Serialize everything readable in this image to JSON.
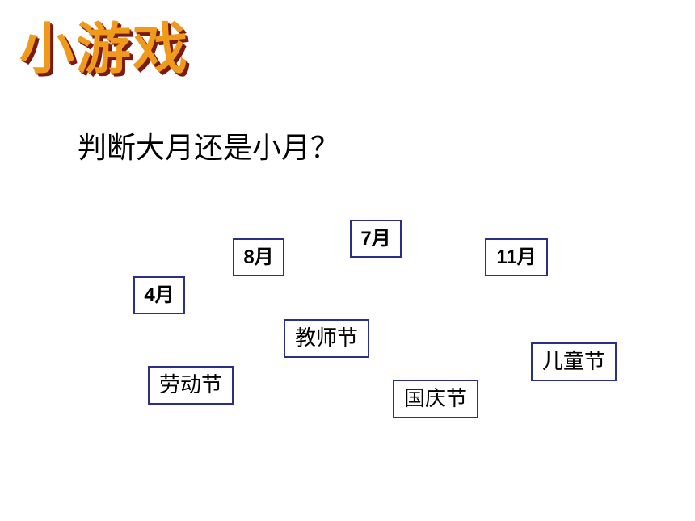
{
  "title": "小游戏",
  "question": "判断大月还是小月？",
  "months": {
    "m7": "7月",
    "m8": "8月",
    "m11": "11月",
    "m4": "4月"
  },
  "festivals": {
    "teachers_day": "教师节",
    "childrens_day": "儿童节",
    "labor_day": "劳动节",
    "national_day": "国庆节"
  },
  "colors": {
    "title_fill": "#f09a1c",
    "title_shadow": "#7a1a10",
    "card_border": "#2b2f86"
  }
}
